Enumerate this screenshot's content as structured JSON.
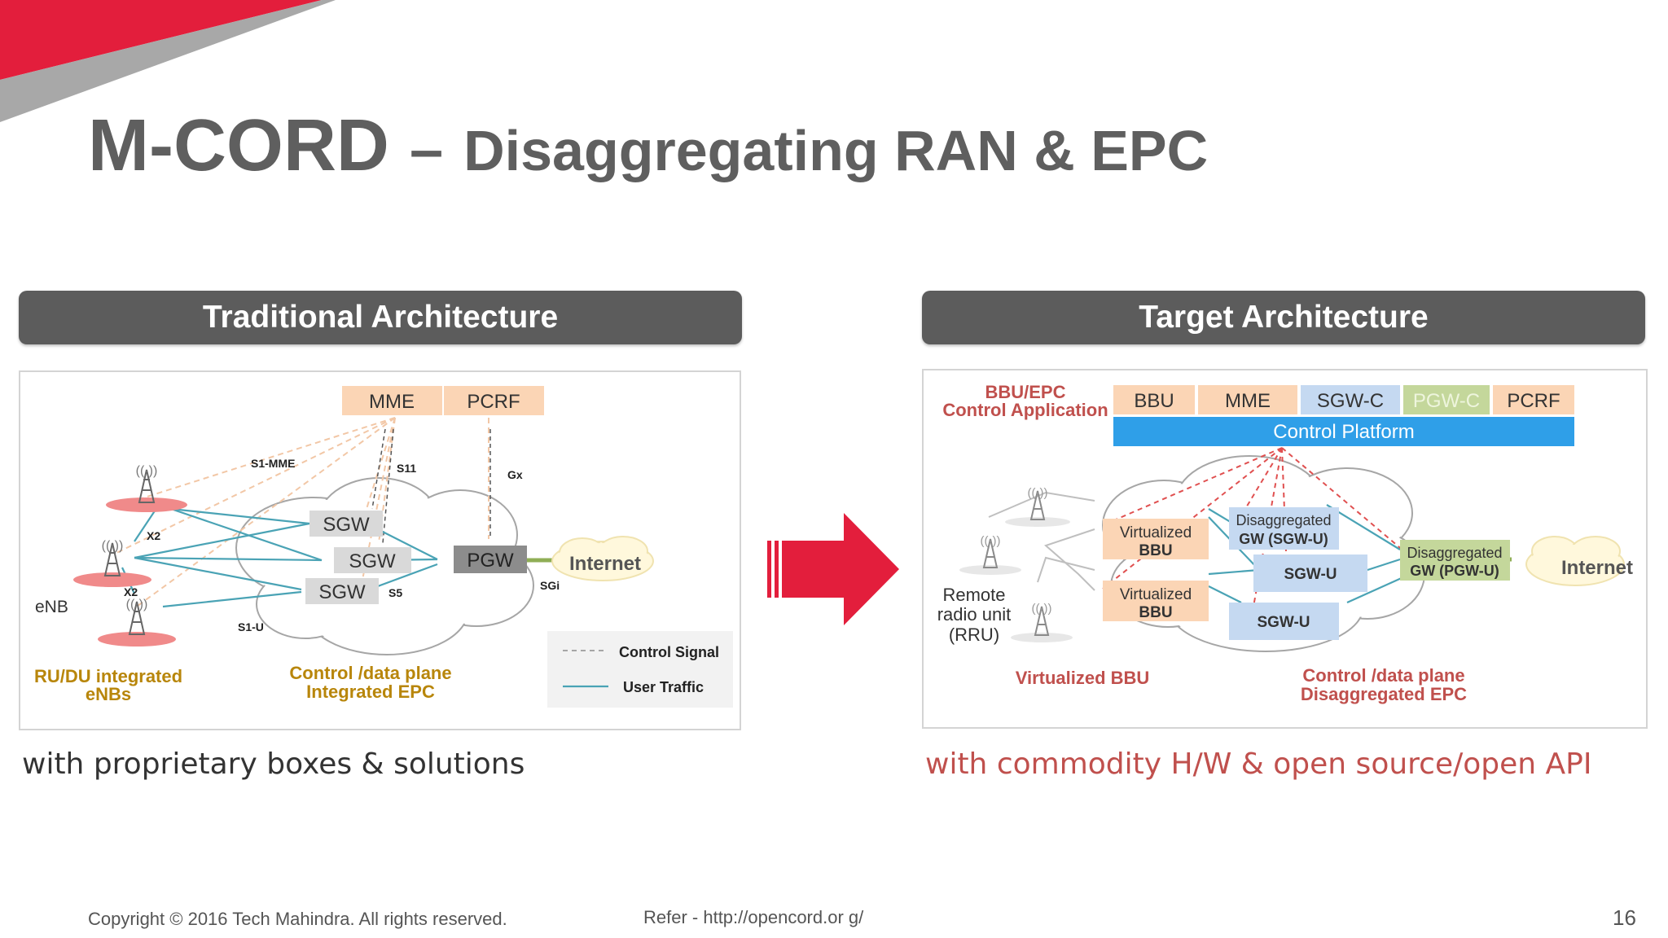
{
  "title": {
    "main": "M-CORD",
    "dash": "–",
    "sub": "Disaggregating RAN & EPC"
  },
  "left": {
    "header": "Traditional Architecture",
    "caption": "with proprietary boxes & solutions",
    "boxes": {
      "mme": "MME",
      "pcrf": "PCRF",
      "sgw1": "SGW",
      "sgw2": "SGW",
      "sgw3": "SGW",
      "pgw": "PGW",
      "internet": "Internet"
    },
    "links": {
      "s1mme": "S1-MME",
      "s11": "S11",
      "gx": "Gx",
      "x2a": "X2",
      "x2b": "X2",
      "s5": "S5",
      "s1u": "S1-U",
      "sgi": "SGi"
    },
    "enb": "eNB",
    "label_enbs_1": "RU/DU integrated",
    "label_enbs_2": "eNBs",
    "label_epc_1": "Control /data plane",
    "label_epc_2": "Integrated EPC",
    "legend": {
      "control": "Control Signal",
      "user": "User Traffic"
    }
  },
  "right": {
    "header": "Target Architecture",
    "caption": "with commodity H/W & open source/open API",
    "app_1": "BBU/EPC",
    "app_2": "Control Application",
    "apps": {
      "bbu": "BBU",
      "mme": "MME",
      "sgwc": "SGW-C",
      "pgwc": "PGW-C",
      "pcrf": "PCRF"
    },
    "platform": "Control Platform",
    "vbbu_1": "Virtualized",
    "vbbu_2": "BBU",
    "dgw_sgw_1": "Disaggregated",
    "dgw_sgw_2": "GW (SGW-U)",
    "sgwu": "SGW-U",
    "dgw_pgw_1": "Disaggregated",
    "dgw_pgw_2": "GW (PGW-U)",
    "internet": "Internet",
    "rru_1": "Remote",
    "rru_2": "radio unit",
    "rru_3": "(RRU)",
    "label_vbbu": "Virtualized BBU",
    "label_epc_1": "Control /data plane",
    "label_epc_2": "Disaggregated EPC"
  },
  "footer": {
    "copyright": "Copyright © 2016 Tech Mahindra. All rights reserved.",
    "refer": "Refer - http://opencord.or g/",
    "page": "16"
  },
  "colors": {
    "accent": "#e31e3c",
    "header_bg": "#5c5c5c",
    "title": "#5f5f5f",
    "orange_box": "#fbd5b5",
    "blue_box": "#c5d9f1",
    "green_box": "#c4d79b",
    "platform": "#2f9fe8",
    "dark_red_text": "#c0504d"
  }
}
